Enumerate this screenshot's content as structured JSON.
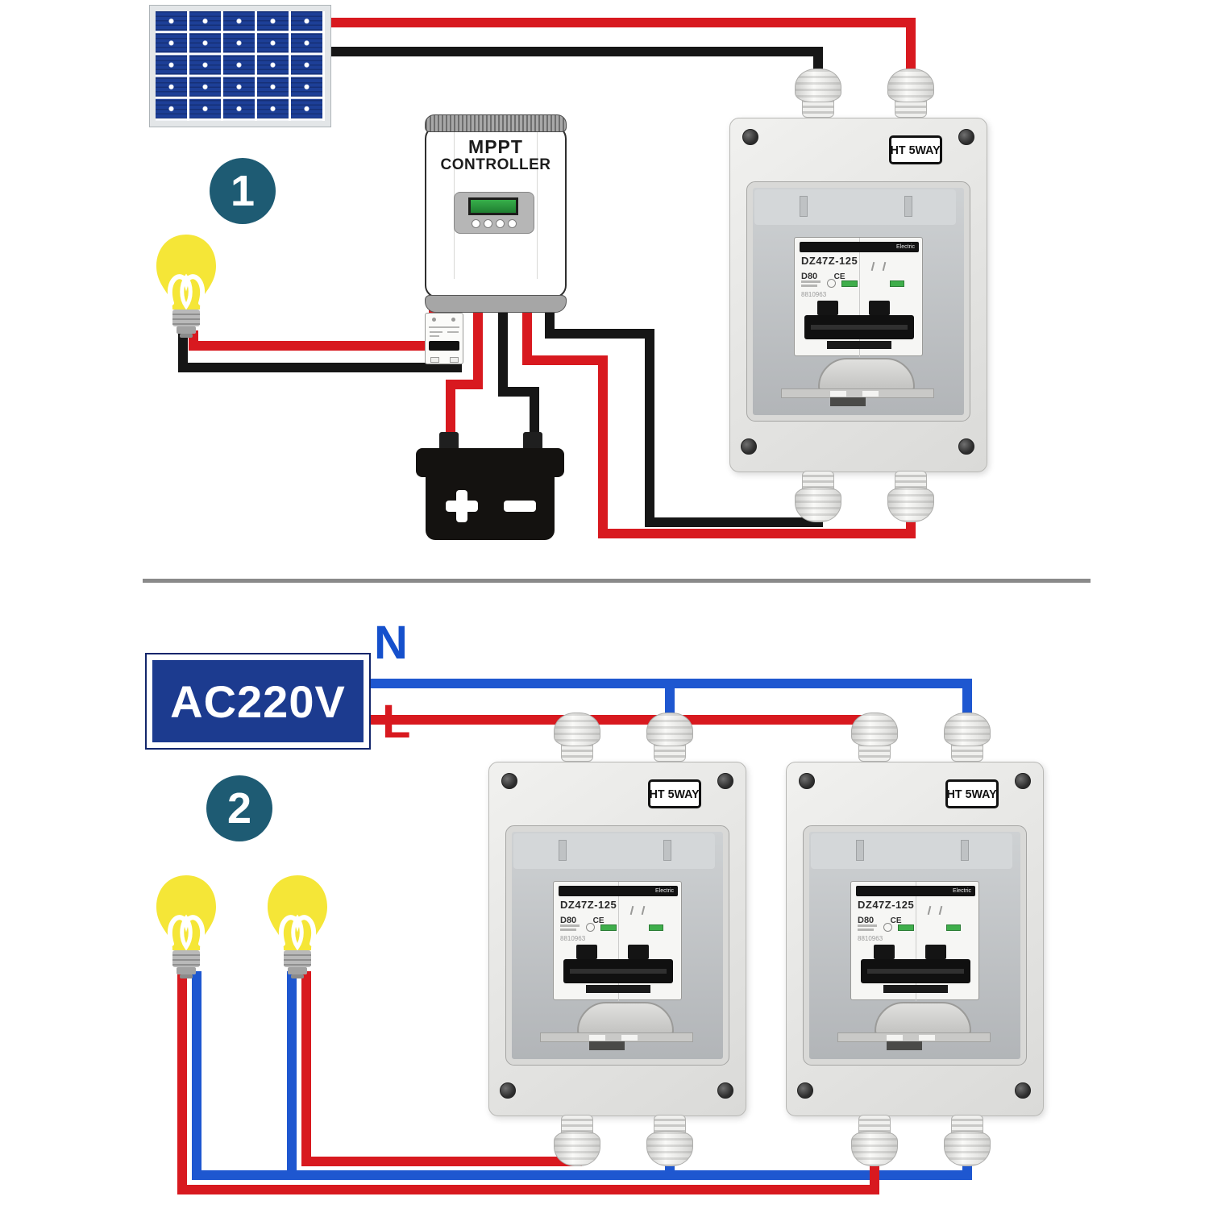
{
  "colors": {
    "wire_red": "#d8191f",
    "wire_black": "#161616",
    "wire_blue": "#1e57d0",
    "badge_teal": "#1e5b73",
    "ac_navy": "#1c3b8f",
    "panel_blue": "#1d3f97",
    "bulb_yellow": "#f5e637",
    "lcd_green": "#2f9e41"
  },
  "section1": {
    "badge": "1",
    "mppt_line1": "MPPT",
    "mppt_line2": "CONTROLLER"
  },
  "section2": {
    "badge": "2",
    "source_label": "AC220V",
    "neutral_label": "N",
    "live_label": "L"
  },
  "enclosure": {
    "label": "HT 5WAY",
    "breaker": {
      "brand": "Electric",
      "model": "DZ47Z-125",
      "rating": "D80",
      "cert": "CE",
      "serial": "8810963"
    }
  }
}
